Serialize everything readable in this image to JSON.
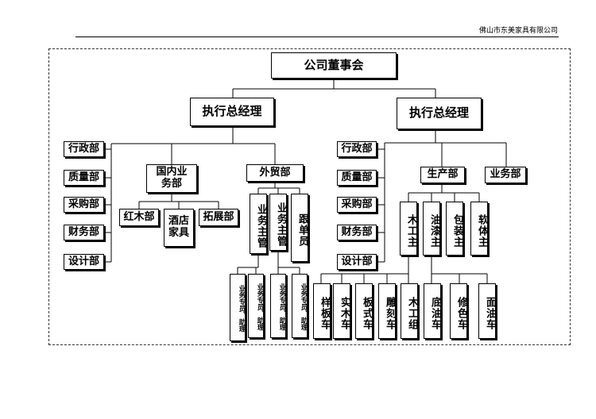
{
  "header": {
    "company": "佛山市东美家具有限公司"
  },
  "chart": {
    "board": "公司董事会",
    "left": {
      "head": "执行总经理",
      "departments": [
        "行政部",
        "质量部",
        "采购部",
        "财务部",
        "设计部"
      ],
      "domestic": {
        "label": "国内业务部",
        "children": [
          "红木部",
          "酒店家具",
          "拓展部"
        ]
      },
      "foreign": {
        "label": "外贸部",
        "supervisors": [
          "业务主管",
          "业务主管"
        ],
        "follower": "跟单员",
        "assistants": [
          "业务专员、助理",
          "业务专员、助理",
          "业务专员、助理",
          "业务专员、助理"
        ]
      }
    },
    "right": {
      "head": "执行总经理",
      "departments": [
        "行政部",
        "质量部",
        "采购部",
        "财务部",
        "设计部"
      ],
      "production": {
        "label": "生产部",
        "supervisors": [
          "木工主",
          "油漆主",
          "包装主",
          "软体主"
        ],
        "workshops": [
          "样板车",
          "实木车",
          "板式车",
          "雕刻车",
          "木工组",
          "底油车",
          "修色车",
          "面油车"
        ]
      },
      "sales": "业务部"
    }
  }
}
